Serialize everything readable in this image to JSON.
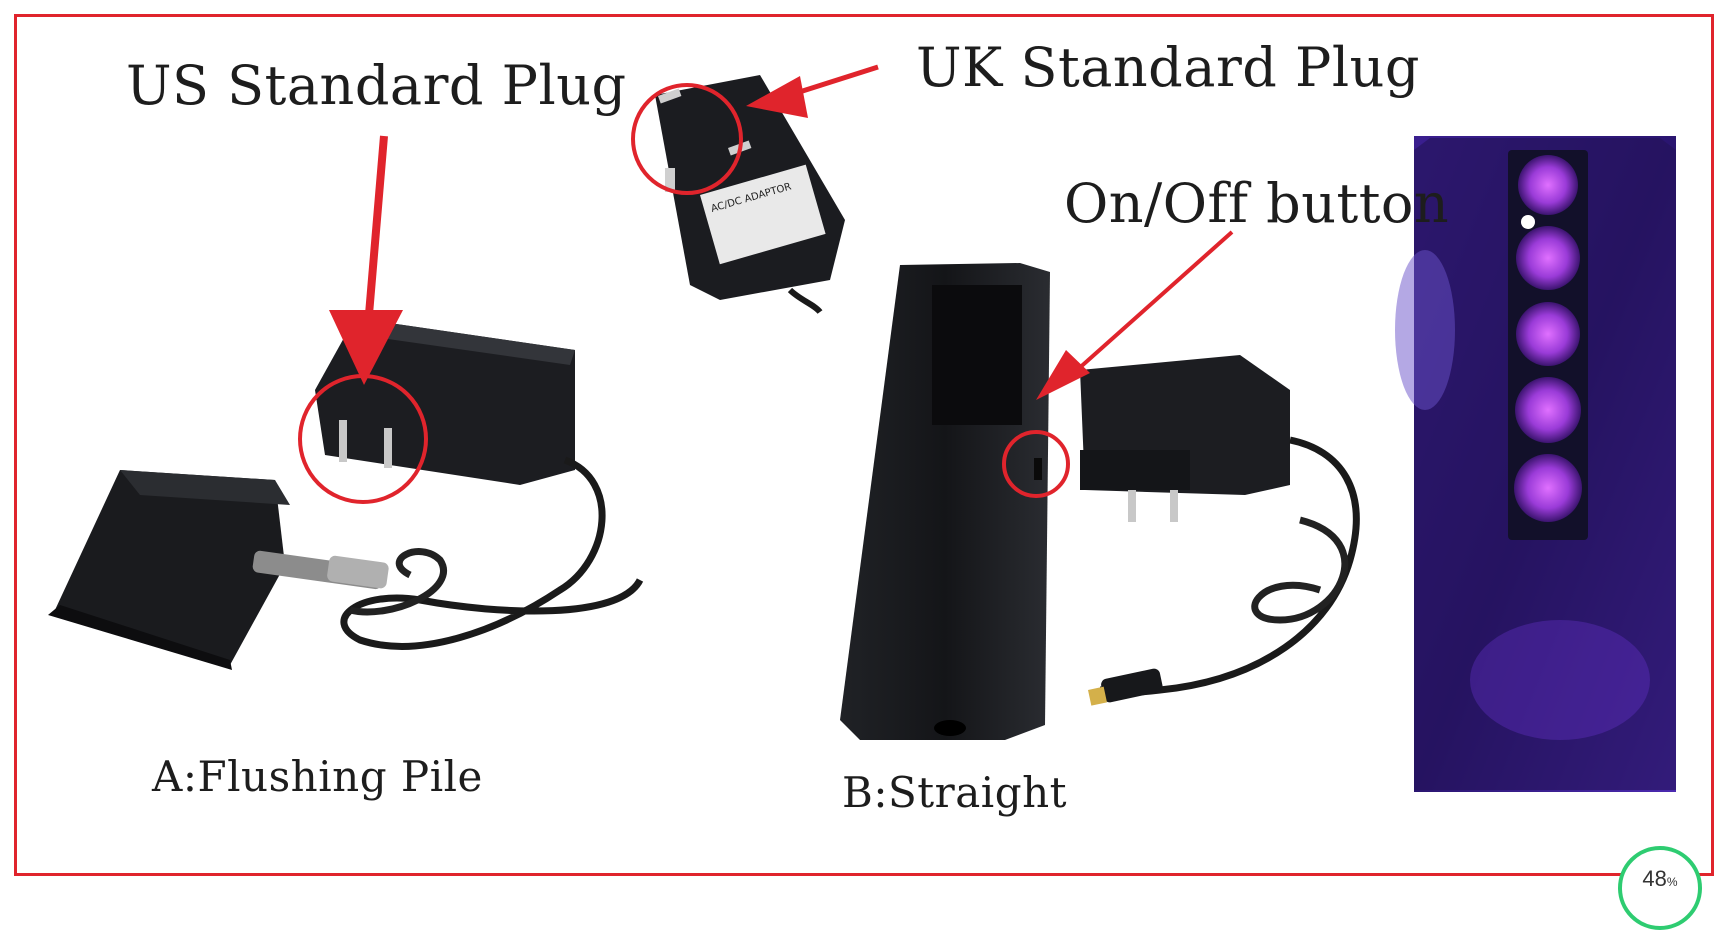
{
  "labels": {
    "us_plug": "US Standard Plug",
    "uk_plug": "UK Standard Plug",
    "on_off": "On/Off button",
    "flushing_pile": "A:Flushing Pile",
    "straight": "B:Straight"
  },
  "adaptor_text": {
    "uk": "AC/DC ADAPTOR"
  },
  "progress": {
    "value": "48",
    "unit": "%"
  },
  "colors": {
    "accent": "#e0242c",
    "product": "#141518",
    "uv": "#7b3bd6",
    "progress": "#2ecc71"
  }
}
